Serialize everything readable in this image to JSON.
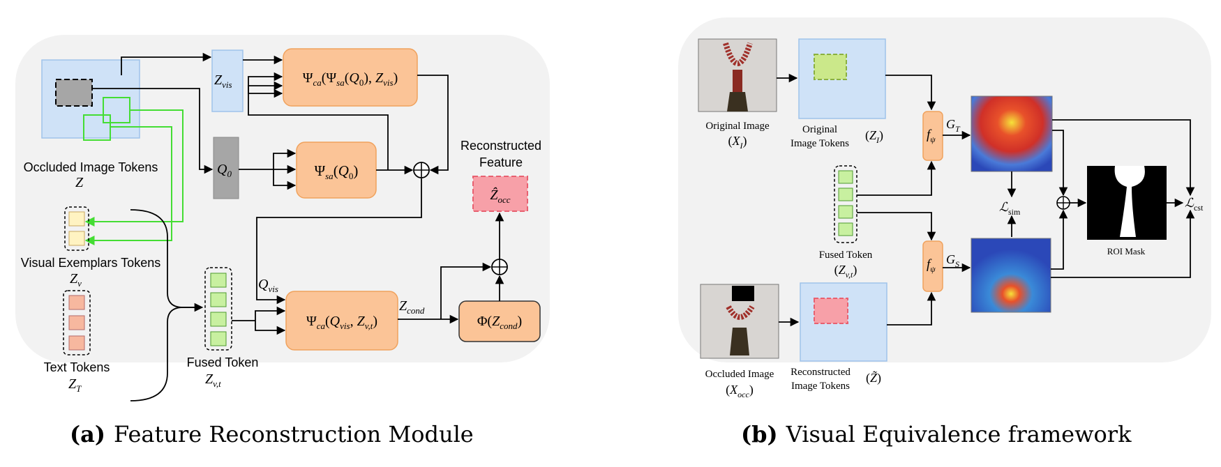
{
  "panel_a": {
    "occluded_tokens_label": "Occluded Image Tokens",
    "occluded_tokens_symbol": "Z",
    "visual_exemplars_label": "Visual Exemplars Tokens",
    "visual_exemplars_symbol": "Z_v",
    "text_tokens_label": "Text Tokens",
    "text_tokens_symbol": "Z_T",
    "z_vis": "Z_vis",
    "q0": "Q_0",
    "cross_attn_top": "Ψ_ca(Ψ_sa(Q_0), Z_vis)",
    "self_attn": "Ψ_sa(Q_0)",
    "q_vis": "Q_vis",
    "cross_attn_bottom": "Ψ_ca(Q_vis, Z_v,t)",
    "z_cond": "Z_cond",
    "phi": "Φ(Z_cond)",
    "reconstructed_feature_label": "Reconstructed\nFeature",
    "z_occ_hat": "Ẑ_occ",
    "fused_token_label": "Fused Token",
    "fused_token_symbol": "Z_v,t",
    "caption_tag": "(a)",
    "caption_text": "Feature Reconstruction Module"
  },
  "panel_b": {
    "original_image_label": "Original Image",
    "original_image_symbol": "(X_I)",
    "original_tokens_label": "Original\nImage Tokens",
    "original_tokens_symbol": "(Z_I)",
    "f_psi": "f_ψ",
    "g_t": "G_T",
    "g_s": "G_S",
    "l_sim": "ℒ_sim",
    "l_cst": "ℒ_cst",
    "roi_mask_label": "ROI Mask",
    "fused_token_label": "Fused Token",
    "fused_token_symbol": "(Z_v,t)",
    "occluded_image_label": "Occluded Image",
    "occluded_image_symbol": "(X_occ)",
    "reconstructed_tokens_label": "Reconstructed\nImage Tokens",
    "reconstructed_tokens_symbol": "(Z̃)",
    "caption_tag": "(b)",
    "caption_text": "Visual Equivalence framework"
  },
  "colors": {
    "panel_bg": "#f2f2f2",
    "token_blue": "#cfe2f7",
    "token_blue_border": "#9fc3ea",
    "orange": "#fbc497",
    "orange_border": "#f0a25d",
    "gray": "#a6a6a6",
    "green": "#44dd33",
    "light_green": "#c8f0a0",
    "pink": "#f7a0a8",
    "yellow": "#fff3c2",
    "salmon": "#f7b89f"
  }
}
